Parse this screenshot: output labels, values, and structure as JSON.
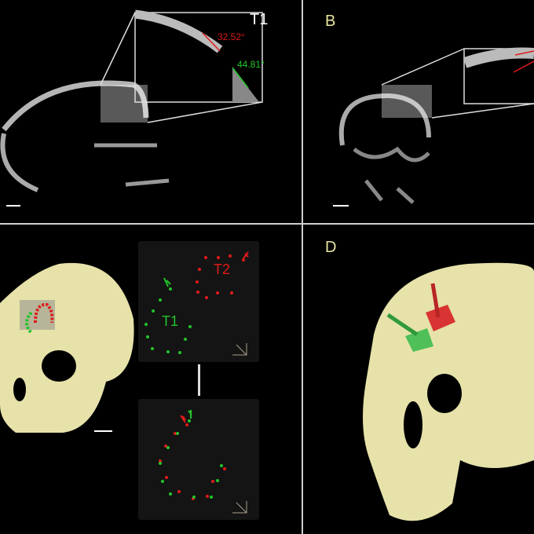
{
  "panels": {
    "a": {
      "label": "T1",
      "angle_red": "32.52°",
      "angle_green": "44.81°"
    },
    "b": {
      "label": "B"
    },
    "c": {
      "top_inset": {
        "red_label": "T2",
        "green_label": "T1"
      }
    },
    "d": {
      "label": "D"
    }
  },
  "colors": {
    "bone_ct": "#bdbdbd",
    "skull": "#e6e2aa",
    "red": "#e01b1b",
    "green": "#22c42a",
    "label_yellow": "#e8e6a0"
  }
}
